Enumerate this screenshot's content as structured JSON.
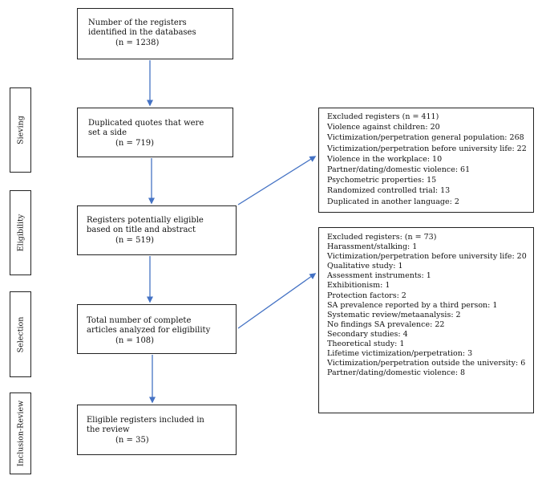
{
  "colors": {
    "arrow": "#4472c4",
    "border": "#222222",
    "text": "#111111"
  },
  "phases": [
    {
      "label": "Sieving"
    },
    {
      "label": "Eligibility"
    },
    {
      "label": "Selection"
    },
    {
      "label": "Inclusion-Review"
    }
  ],
  "flow": [
    {
      "lines": [
        "Number of the registers",
        "identified in the databases"
      ],
      "count": "(n = 1238)"
    },
    {
      "lines": [
        "Duplicated quotes that were",
        "set a side"
      ],
      "count": "(n = 719)"
    },
    {
      "lines": [
        "Registers potentially eligible",
        "based on title and abstract"
      ],
      "count": "(n = 519)"
    },
    {
      "lines": [
        "Total number of complete",
        "articles analyzed for eligibility"
      ],
      "count": "(n = 108)"
    },
    {
      "lines": [
        "Eligible registers included in",
        "the review"
      ],
      "count": "(n = 35)"
    }
  ],
  "excluded_1": {
    "items": [
      "Excluded registers (n = 411)",
      "Violence against children: 20",
      "Victimization/perpetration general population: 268",
      "Victimization/perpetration before university life: 22",
      "Violence in the workplace: 10",
      "Partner/dating/domestic violence: 61",
      "Psychometric properties: 15",
      "Randomized controlled trial: 13",
      "Duplicated in another language: 2"
    ]
  },
  "excluded_2": {
    "items": [
      "Excluded registers: (n = 73)",
      "Harassment/stalking: 1",
      "Victimization/perpetration before university life: 20",
      "Qualitative study: 1",
      "Assessment instruments: 1",
      "Exhibitionism: 1",
      "Protection factors: 2",
      "SA prevalence reported by a third person: 1",
      "Systematic review/metaanalysis: 2",
      "No findings SA prevalence: 22",
      "Secondary studies: 4",
      "Theoretical study: 1",
      "Lifetime victimization/perpetration: 3",
      "Victimization/perpetration outside the university: 6",
      "Partner/dating/domestic violence: 8"
    ]
  }
}
